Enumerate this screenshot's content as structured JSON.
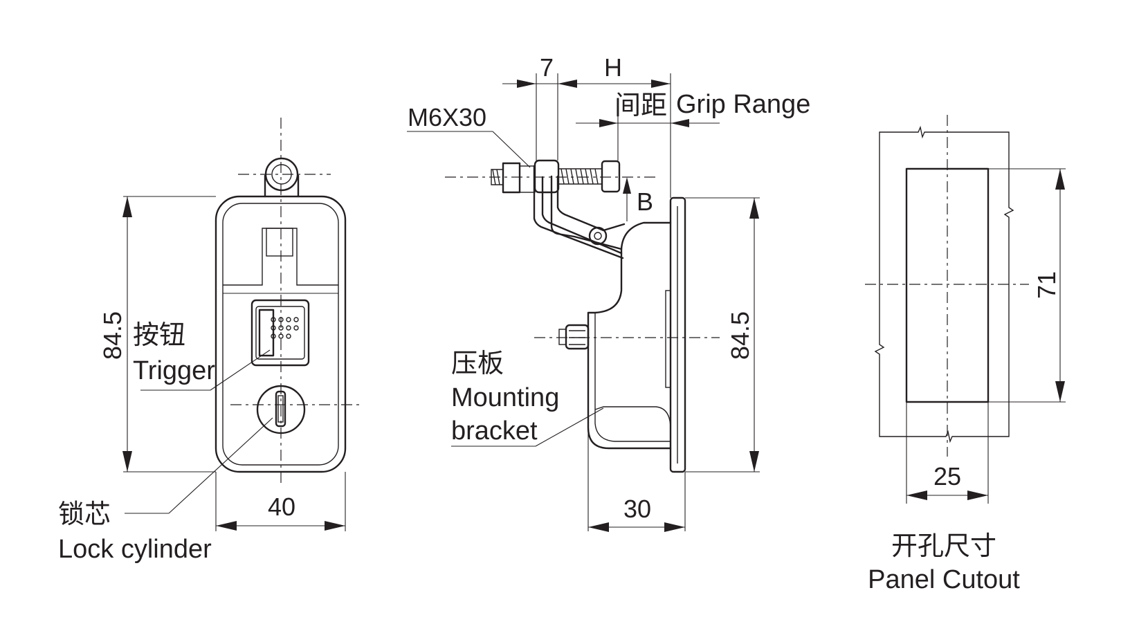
{
  "colors": {
    "line": "#231f20",
    "background": "#ffffff"
  },
  "front_view": {
    "height_dim": "84.5",
    "width_dim": "40",
    "trigger": {
      "cn": "按钮",
      "en": "Trigger"
    },
    "lock_cylinder": {
      "cn": "锁芯",
      "en": "Lock cylinder"
    }
  },
  "side_view": {
    "bolt": "M6X30",
    "dim_7": "7",
    "dim_H": "H",
    "grip_range": {
      "cn": "间距",
      "en": "Grip Range"
    },
    "dim_B": "B",
    "height_dim": "84.5",
    "depth_dim": "30",
    "mounting_bracket": {
      "cn": "压板",
      "en_line1": "Mounting",
      "en_line2": "bracket"
    }
  },
  "cutout_view": {
    "height_dim": "71",
    "width_dim": "25",
    "title": {
      "cn": "开孔尺寸",
      "en": "Panel Cutout"
    }
  }
}
